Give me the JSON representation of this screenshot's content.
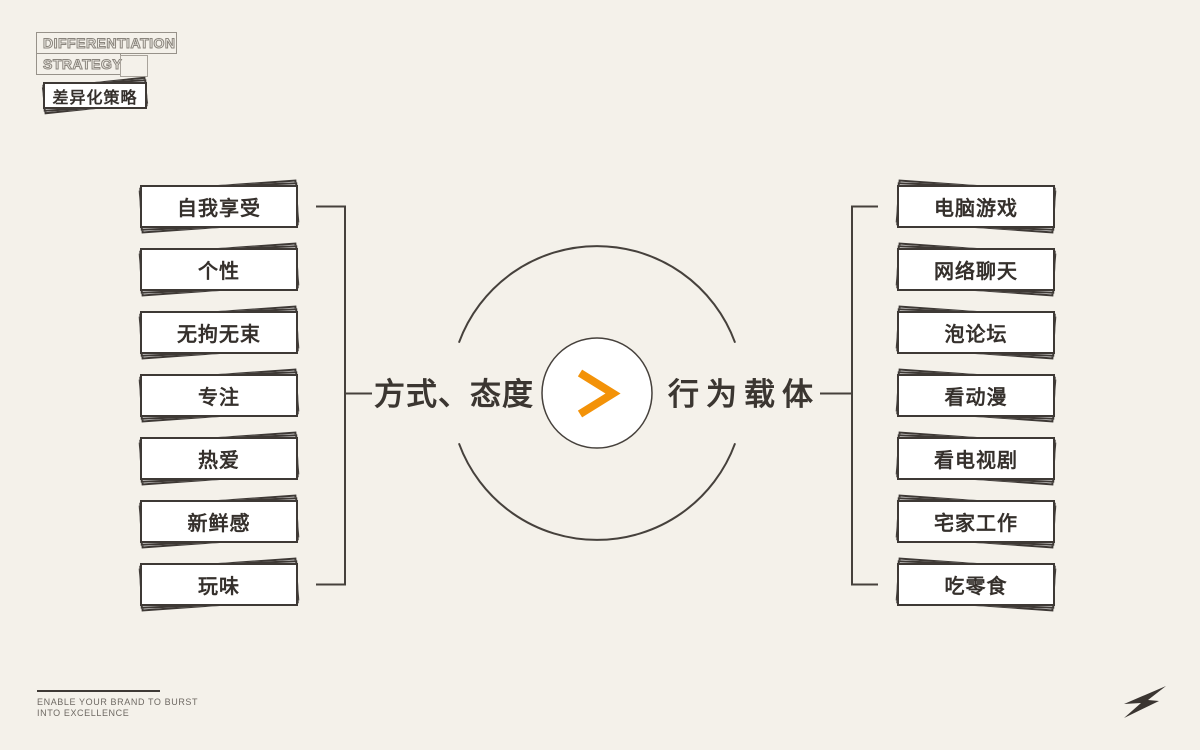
{
  "colors": {
    "background": "#F4F1EA",
    "ink": "#3E3935",
    "line": "#46413C",
    "accent_orange": "#F39208",
    "muted_gray": "#8A857D",
    "card_fill": "#FFFFFF"
  },
  "header": {
    "title_line1": "DIFFERENTIATION",
    "title_line2": "STRATEGY",
    "subtitle": "差异化策略"
  },
  "diagram": {
    "left_group_label": "方式、态度",
    "right_group_label": "行为载体",
    "center_symbol": ">",
    "left_items": [
      "自我享受",
      "个性",
      "无拘无束",
      "专注",
      "热爱",
      "新鲜感",
      "玩味"
    ],
    "right_items": [
      "电脑游戏",
      "网络聊天",
      "泡论坛",
      "看动漫",
      "看电视剧",
      "宅家工作",
      "吃零食"
    ]
  },
  "footer": {
    "tagline_line1": "ENABLE YOUR BRAND TO BURST",
    "tagline_line2": "INTO EXCELLENCE",
    "logo_letter": "Z"
  }
}
